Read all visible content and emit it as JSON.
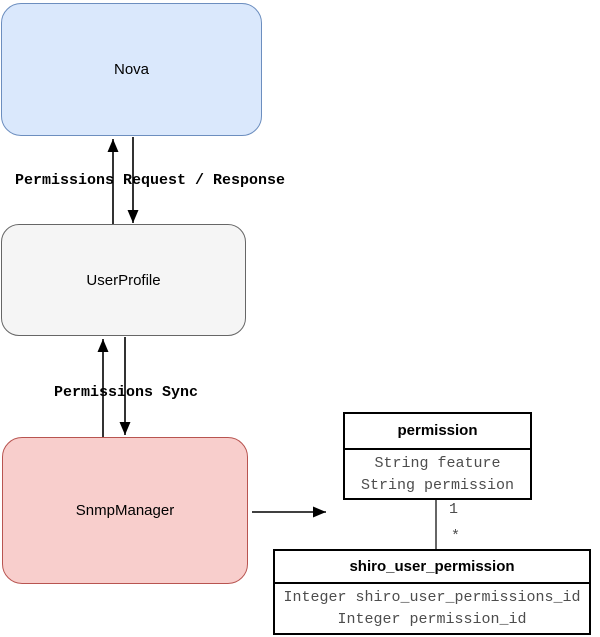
{
  "diagram": {
    "nodes": {
      "nova": {
        "label": "Nova",
        "fill": "#dae8fc",
        "border": "#6c8ebf"
      },
      "user_profile": {
        "label": "UserProfile",
        "fill": "#f5f5f5",
        "border": "#666666"
      },
      "snmp_manager": {
        "label": "SnmpManager",
        "fill": "#f8cecc",
        "border": "#b85450"
      }
    },
    "edges": {
      "nova_userprofile": {
        "label": "Permissions Request / Response",
        "style": "double-arrow-vertical"
      },
      "userprofile_snmp": {
        "label": "Permissions Sync",
        "style": "double-arrow-vertical"
      },
      "snmp_permission": {
        "label": "",
        "style": "arrow-right"
      },
      "permission_shiro": {
        "source_multiplicity": "1",
        "target_multiplicity": "*"
      }
    },
    "tables": {
      "permission": {
        "title": "permission",
        "rows": [
          "String feature",
          "String permission"
        ]
      },
      "shiro_user_permission": {
        "title": "shiro_user_permission",
        "rows": [
          "Integer shiro_user_permissions_id",
          "Integer permission_id"
        ]
      }
    },
    "colors": {
      "line": "#000000",
      "table_text": "#4d4d4d",
      "background": "#ffffff"
    }
  }
}
